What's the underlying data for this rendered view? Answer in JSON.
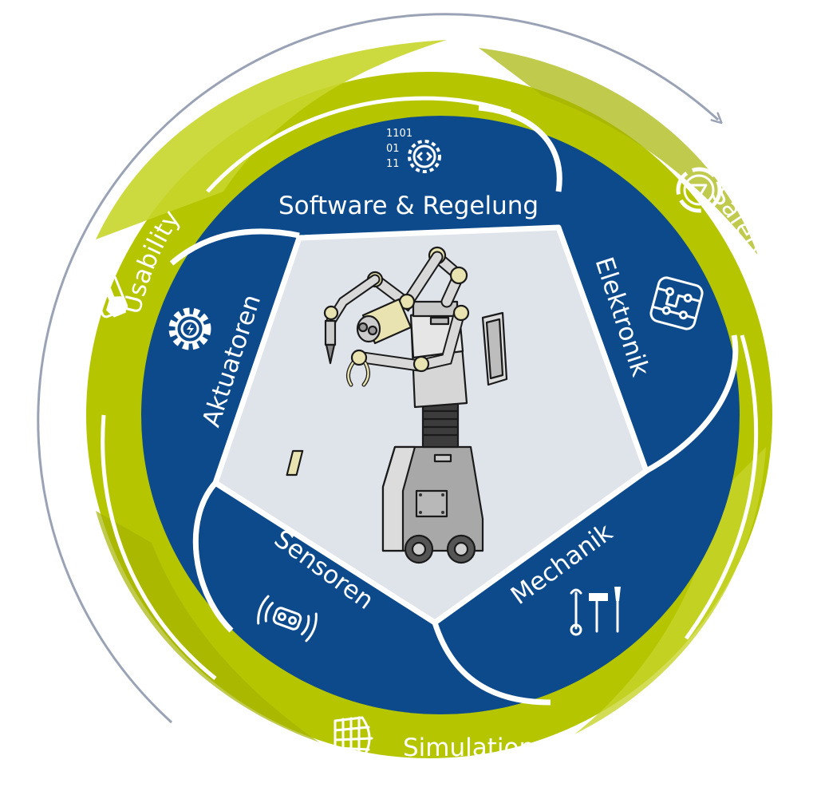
{
  "diagram": {
    "outer_ring": {
      "color": "#b5c600",
      "labels": {
        "usability": "Usability",
        "safety": "Safety",
        "simulation": "Simulation"
      }
    },
    "inner_ring": {
      "color": "#0d4a8c",
      "labels": {
        "software": "Software & Regelung",
        "elektronik": "Elektronik",
        "mechanik": "Mechanik",
        "sensoren": "Sensoren",
        "aktuatoren": "Aktuatoren"
      }
    },
    "center": {
      "color": "#dfe3ea",
      "illustration": "robot-illustration"
    },
    "icons": {
      "software": "binary-gear-icon",
      "elektronik": "circuit-chip-icon",
      "mechanik": "tools-icon",
      "sensoren": "sensor-waves-icon",
      "aktuatoren": "lightning-gear-icon",
      "usability": "touch-hand-icon",
      "safety": "warning-triangle-icon",
      "simulation": "mesh-icon"
    },
    "binary_text": [
      "1101",
      "01",
      "11"
    ]
  }
}
